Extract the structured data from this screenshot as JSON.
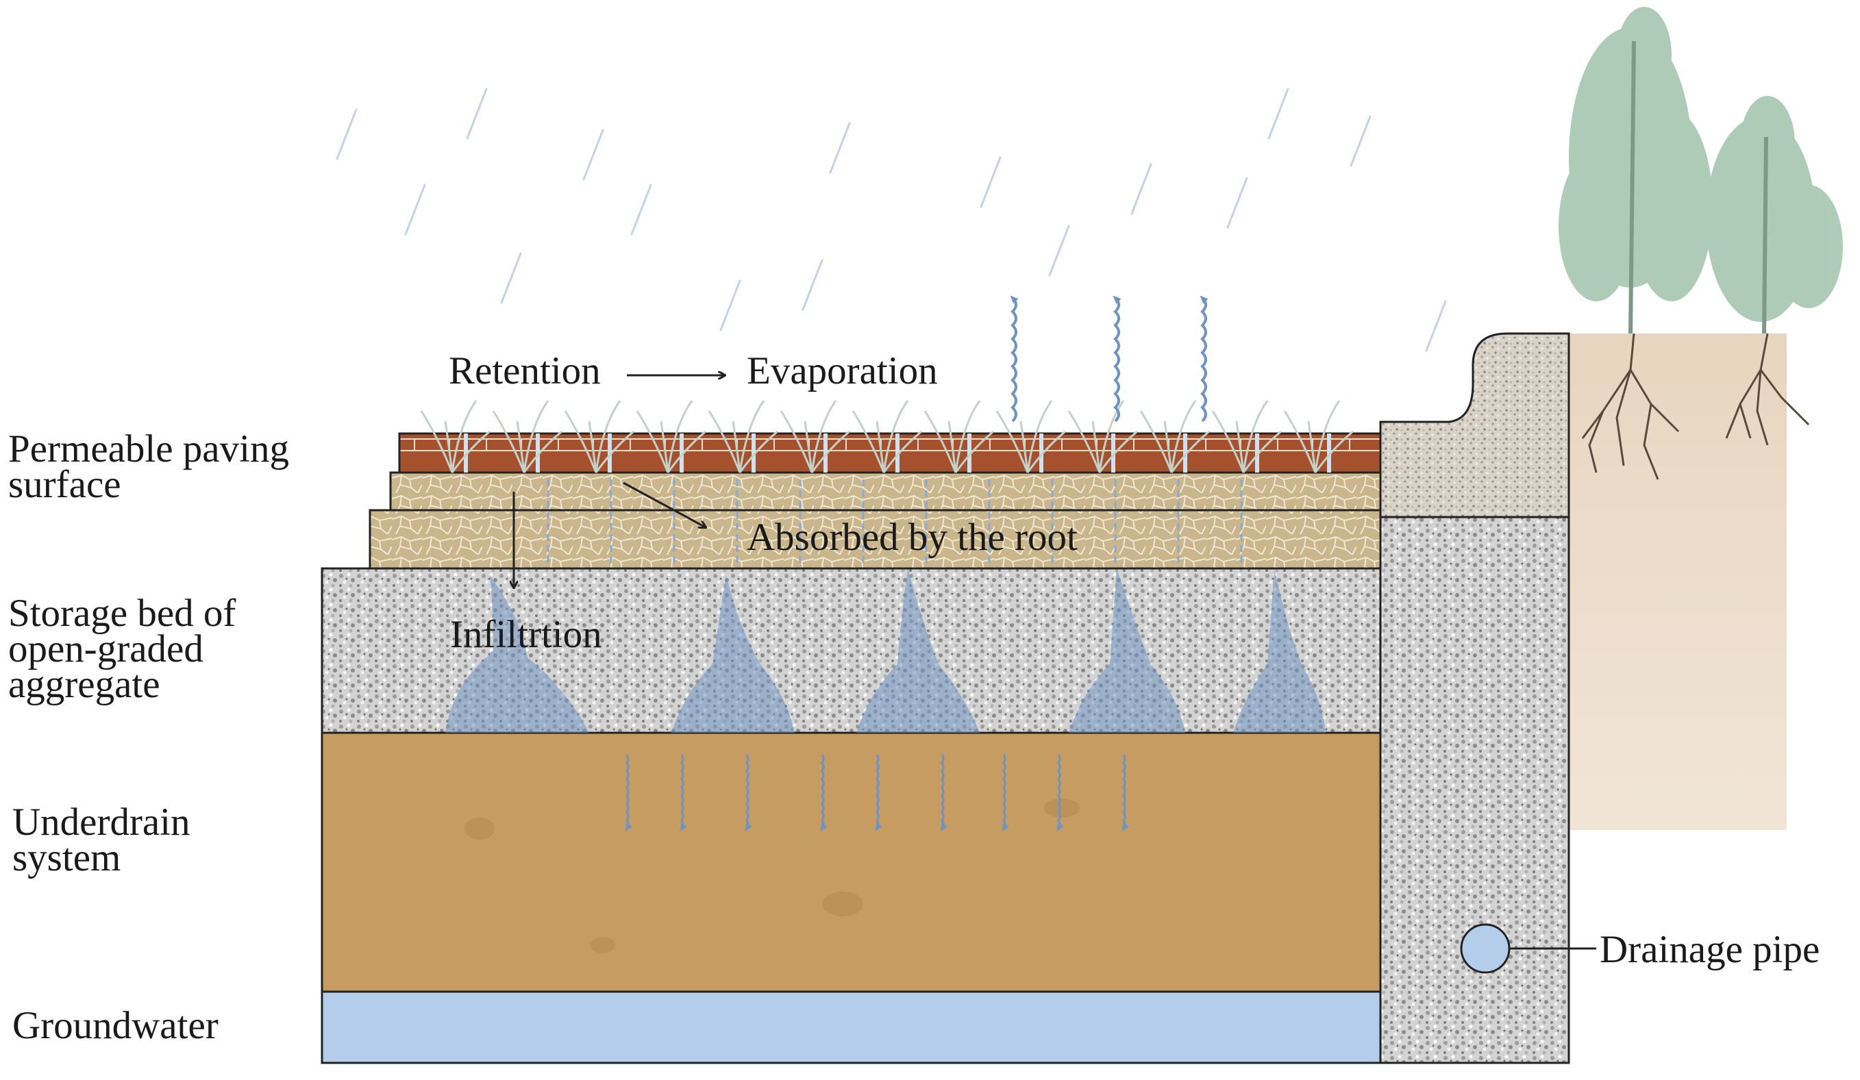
{
  "layers": [
    {
      "id": "paving",
      "lines": [
        "Permeable paving",
        "surface"
      ]
    },
    {
      "id": "storage",
      "lines": [
        "Storage bed of",
        "open-graded",
        "aggregate"
      ]
    },
    {
      "id": "underdrain",
      "lines": [
        "Underdrain",
        "system"
      ]
    },
    {
      "id": "groundwater",
      "lines": [
        "Groundwater"
      ]
    }
  ],
  "processes": {
    "retention": "Retention",
    "evaporation": "Evaporation",
    "absorbed": "Absorbed by the root",
    "infiltration": "Infiltrtion"
  },
  "components": {
    "drainage_pipe": "Drainage pipe"
  },
  "colors": {
    "brick": "#a5512e",
    "mortar": "#e9e0d0",
    "bedding": "#c7b48a",
    "aggregate": "#cfcfcf",
    "soil": "#c69c62",
    "groundwater": "#b4cdea",
    "water_flow": "#6f93c2",
    "plant": "#9bbfa6",
    "rain": "#c3d3e6",
    "outline": "#222222"
  }
}
